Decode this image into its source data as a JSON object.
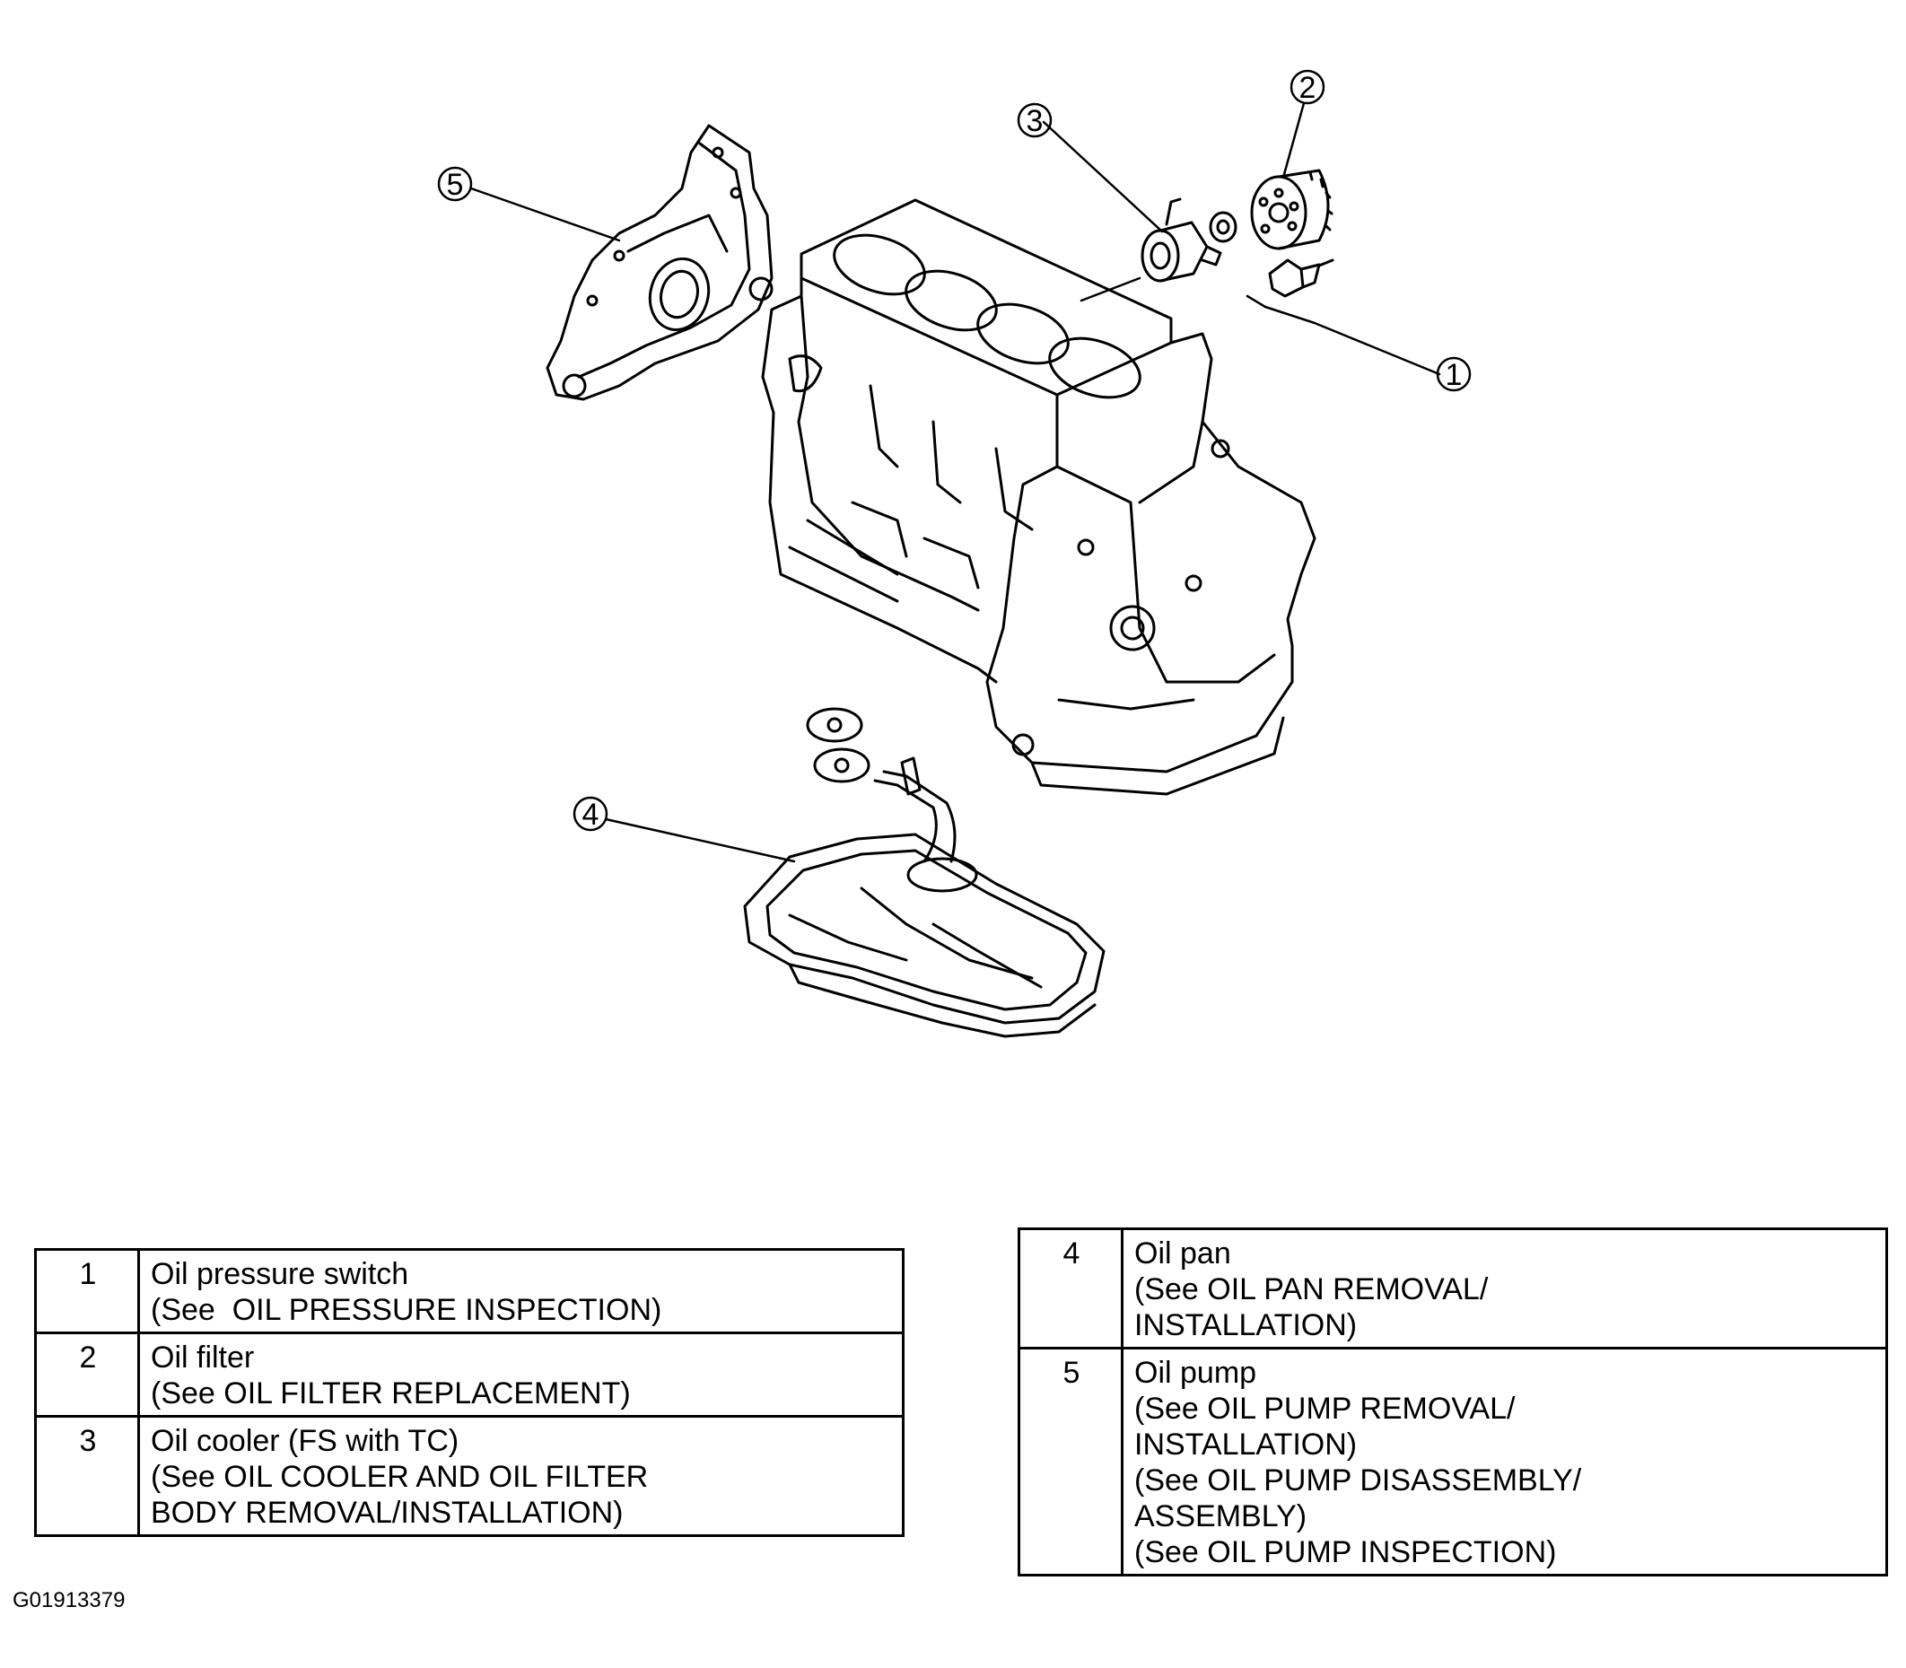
{
  "callouts": [
    "1",
    "2",
    "3",
    "4",
    "5"
  ],
  "legend_left": [
    {
      "num": "1",
      "lines": [
        "Oil pressure switch",
        "(See  OIL PRESSURE INSPECTION)"
      ]
    },
    {
      "num": "2",
      "lines": [
        "Oil filter",
        "(See OIL FILTER REPLACEMENT)"
      ]
    },
    {
      "num": "3",
      "lines": [
        "Oil cooler (FS with TC)",
        "(See OIL COOLER AND OIL FILTER",
        "BODY REMOVAL/INSTALLATION)"
      ]
    }
  ],
  "legend_right": [
    {
      "num": "4",
      "lines": [
        "Oil pan",
        "(See OIL PAN REMOVAL/",
        "INSTALLATION)"
      ]
    },
    {
      "num": "5",
      "lines": [
        "Oil pump",
        "(See OIL PUMP REMOVAL/",
        "INSTALLATION)",
        "(See OIL PUMP DISASSEMBLY/",
        "ASSEMBLY)",
        "(See OIL PUMP INSPECTION)"
      ]
    }
  ],
  "figure_id": "G01913379"
}
